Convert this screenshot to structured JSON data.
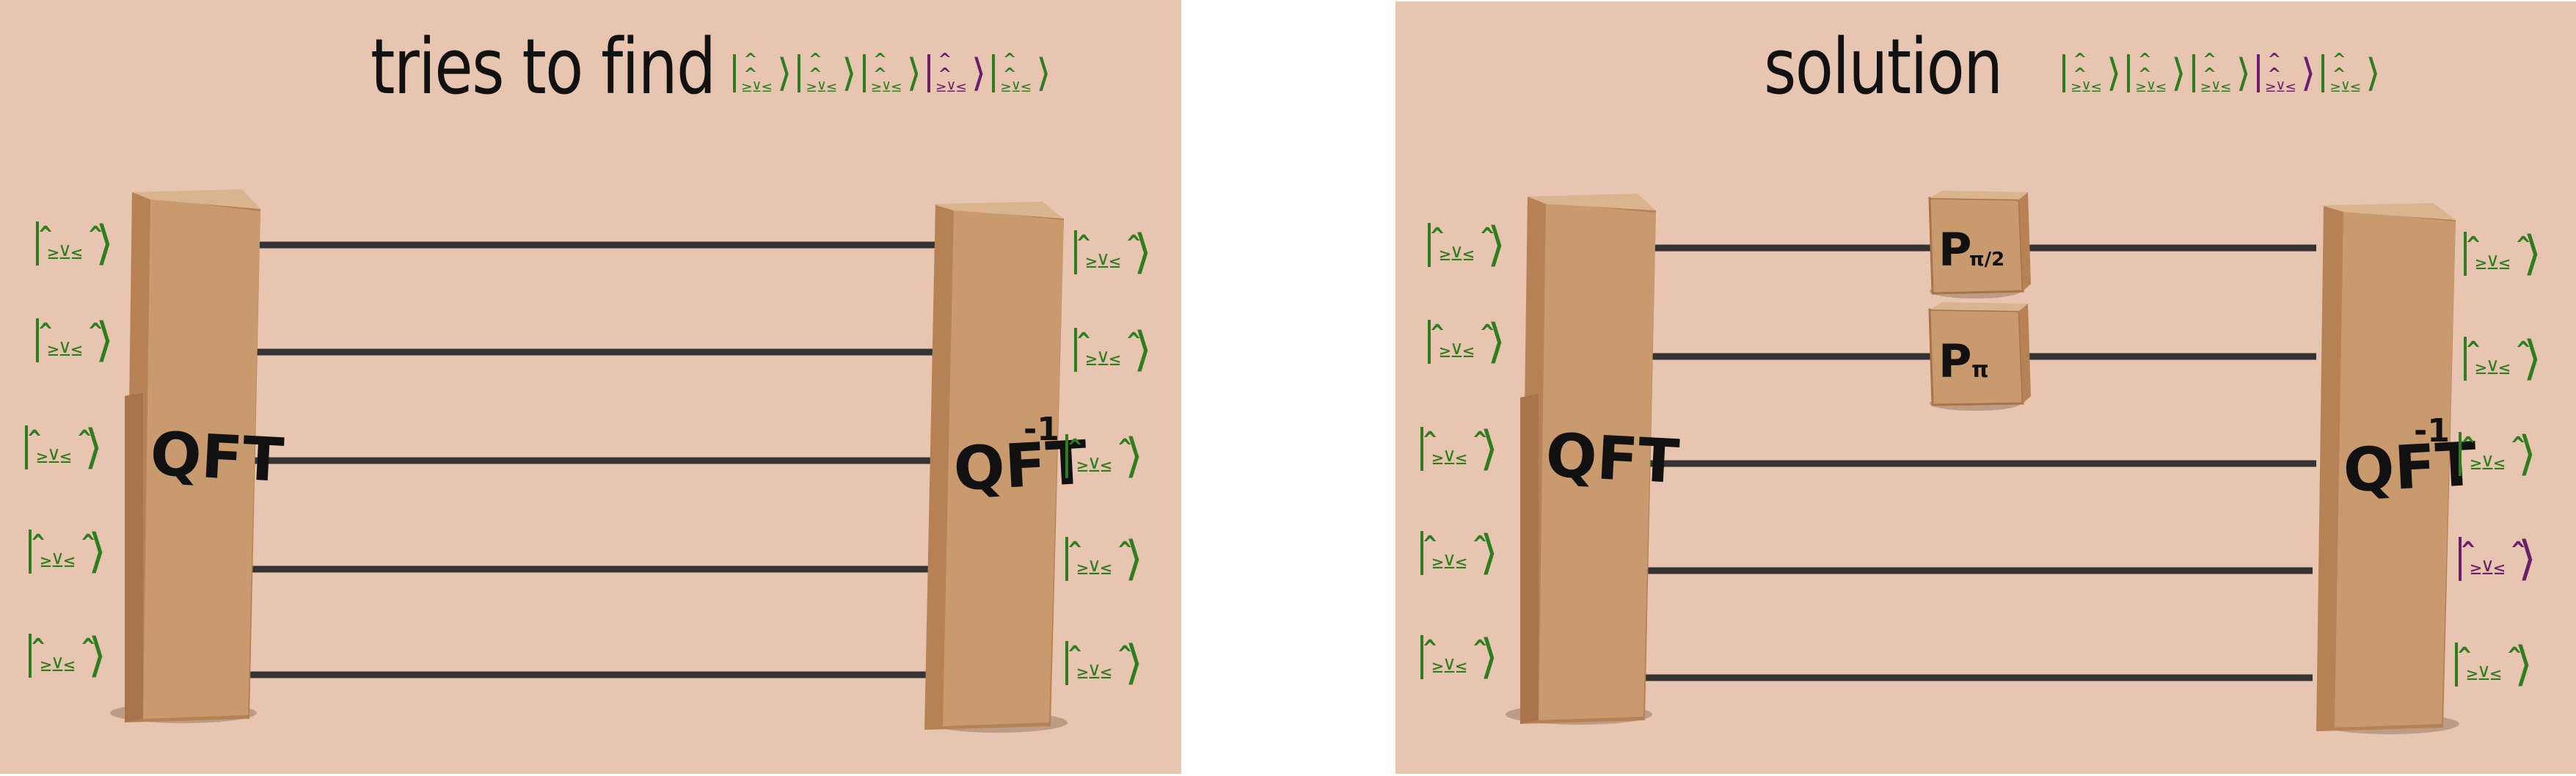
{
  "left_panel": {
    "title": "tries to find",
    "target_state": [
      "green",
      "green",
      "green",
      "purple",
      "green"
    ],
    "inputs": [
      "green",
      "green",
      "green",
      "green",
      "green"
    ],
    "outputs": [
      "green",
      "green",
      "green",
      "green",
      "green"
    ],
    "qft_label": "QFT",
    "iqft_label": "QFT",
    "iqft_exponent": "-1"
  },
  "right_panel": {
    "title": "solution",
    "target_state": [
      "green",
      "green",
      "green",
      "purple",
      "green"
    ],
    "inputs": [
      "green",
      "green",
      "green",
      "green",
      "green"
    ],
    "outputs": [
      "green",
      "green",
      "green",
      "purple",
      "green"
    ],
    "qft_label": "QFT",
    "iqft_label": "QFT",
    "iqft_exponent": "-1",
    "phase_gates": [
      {
        "label": "P",
        "argument": "π/2"
      },
      {
        "label": "P",
        "argument": "π"
      }
    ]
  },
  "colors": {
    "background": "#e8c5b0",
    "green_ket": "#2e7d1e",
    "purple_ket": "#6b1f6b",
    "box": "#c99a6e",
    "wire": "#333333"
  },
  "ket_face": {
    "eyes": "^  ^",
    "mouth": "≥⊻≤"
  }
}
